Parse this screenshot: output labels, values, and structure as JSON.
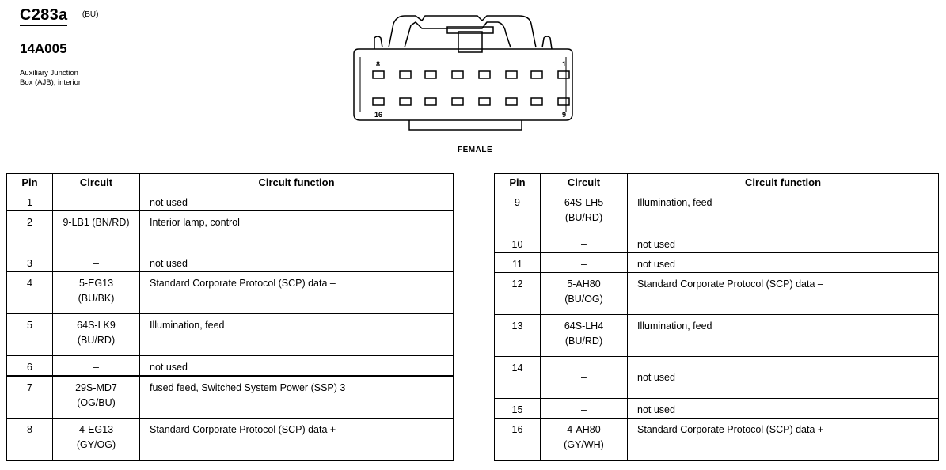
{
  "connector": {
    "id": "C283a",
    "color": "(BU)",
    "part_number": "14A005",
    "description_line1": "Auxiliary Junction",
    "description_line2": "Box (AJB), interior",
    "pin_label_top_left": "8",
    "pin_label_top_right": "1",
    "pin_label_bottom_left": "16",
    "pin_label_bottom_right": "9",
    "view": "FEMALE"
  },
  "table_headers": {
    "pin": "Pin",
    "circuit": "Circuit",
    "function": "Circuit function"
  },
  "left_table": [
    {
      "pin": "1",
      "circuit": "–",
      "circuit2": "",
      "function": "not used"
    },
    {
      "pin": "2",
      "circuit": "9-LB1 (BN/RD)",
      "circuit2": "",
      "function": "Interior lamp, control"
    },
    {
      "pin": "3",
      "circuit": "–",
      "circuit2": "",
      "function": "not used"
    },
    {
      "pin": "4",
      "circuit": "5-EG13",
      "circuit2": "(BU/BK)",
      "function": "Standard Corporate Protocol (SCP) data –"
    },
    {
      "pin": "5",
      "circuit": "64S-LK9",
      "circuit2": "(BU/RD)",
      "function": "Illumination, feed"
    },
    {
      "pin": "6",
      "circuit": "–",
      "circuit2": "",
      "function": "not used"
    },
    {
      "pin": "7",
      "circuit": "29S-MD7",
      "circuit2": "(OG/BU)",
      "function": "fused feed, Switched System Power (SSP) 3"
    },
    {
      "pin": "8",
      "circuit": "4-EG13",
      "circuit2": "(GY/OG)",
      "function": "Standard Corporate Protocol (SCP) data +"
    }
  ],
  "right_table": [
    {
      "pin": "9",
      "circuit": "64S-LH5",
      "circuit2": "(BU/RD)",
      "function": "Illumination, feed"
    },
    {
      "pin": "10",
      "circuit": "–",
      "circuit2": "",
      "function": "not used"
    },
    {
      "pin": "11",
      "circuit": "–",
      "circuit2": "",
      "function": "not used"
    },
    {
      "pin": "12",
      "circuit": "5-AH80",
      "circuit2": "(BU/OG)",
      "function": "Standard Corporate Protocol (SCP) data –"
    },
    {
      "pin": "13",
      "circuit": "64S-LH4",
      "circuit2": "(BU/RD)",
      "function": "Illumination, feed"
    },
    {
      "pin": "14",
      "circuit": "–",
      "circuit2": "",
      "function": "not used"
    },
    {
      "pin": "15",
      "circuit": "–",
      "circuit2": "",
      "function": "not used"
    },
    {
      "pin": "16",
      "circuit": "4-AH80",
      "circuit2": "(GY/WH)",
      "function": "Standard Corporate Protocol (SCP) data +"
    }
  ]
}
